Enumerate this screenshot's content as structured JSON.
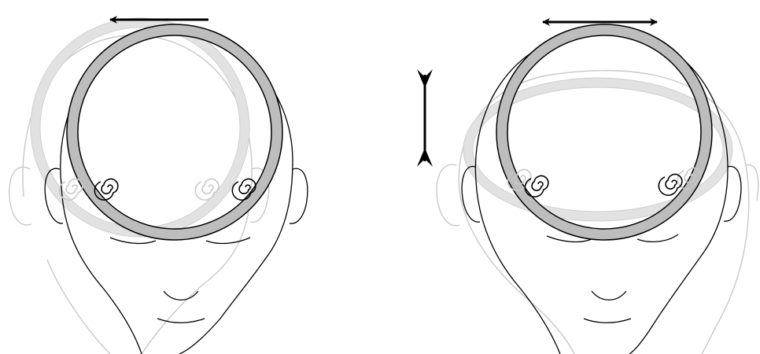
{
  "figure": {
    "panels": [
      {
        "id": "left",
        "motion": "leftward-arrow"
      },
      {
        "id": "right",
        "motion": "double-headed-horizontal-arrow"
      }
    ],
    "scale_indicator": "vertical-double-arrow"
  },
  "colors": {
    "background": "#ffffff",
    "ink": "#000000",
    "ghost": "#c8c8c8",
    "ring_fill": "#bdbdbd",
    "ring_ghost_fill": "#e2e2e2"
  }
}
